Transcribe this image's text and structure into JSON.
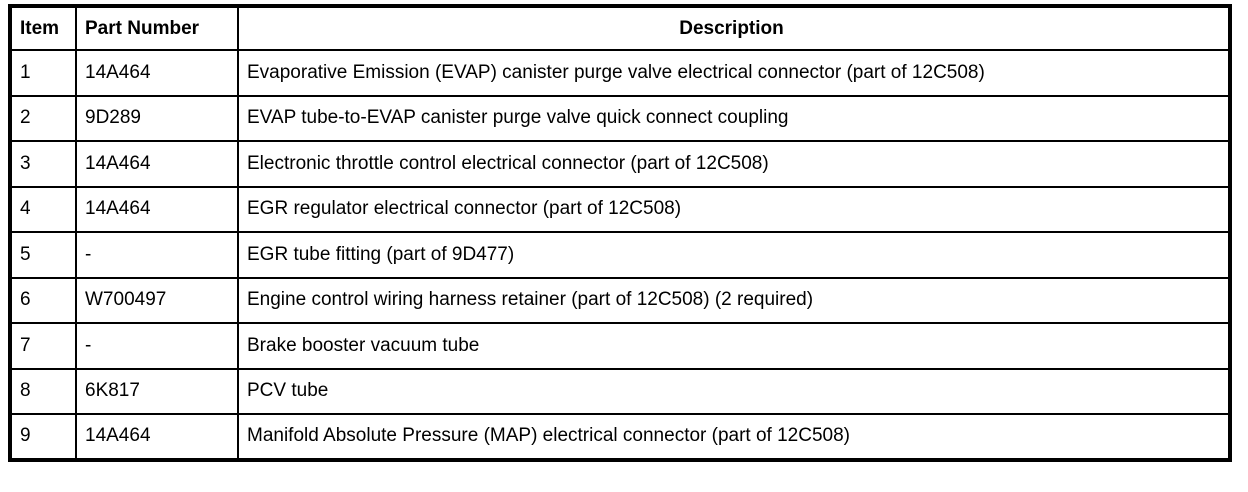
{
  "table": {
    "columns": {
      "item": "Item",
      "part_number": "Part Number",
      "description": "Description"
    },
    "rows": [
      {
        "item": "1",
        "part_number": "14A464",
        "description": "Evaporative Emission (EVAP) canister purge valve electrical connector (part of 12C508)"
      },
      {
        "item": "2",
        "part_number": "9D289",
        "description": "EVAP tube-to-EVAP canister purge valve quick connect coupling"
      },
      {
        "item": "3",
        "part_number": "14A464",
        "description": "Electronic throttle control electrical connector (part of 12C508)"
      },
      {
        "item": "4",
        "part_number": "14A464",
        "description": "EGR regulator electrical connector (part of 12C508)"
      },
      {
        "item": "5",
        "part_number": "-",
        "description": "EGR tube fitting (part of 9D477)"
      },
      {
        "item": "6",
        "part_number": "W700497",
        "description": "Engine control wiring harness retainer (part of 12C508) (2 required)"
      },
      {
        "item": "7",
        "part_number": "-",
        "description": "Brake booster vacuum tube"
      },
      {
        "item": "8",
        "part_number": "6K817",
        "description": "PCV tube"
      },
      {
        "item": "9",
        "part_number": "14A464",
        "description": "Manifold Absolute Pressure (MAP) electrical connector (part of 12C508)"
      }
    ],
    "colors": {
      "border": "#000000",
      "background": "#ffffff",
      "text": "#000000"
    }
  }
}
